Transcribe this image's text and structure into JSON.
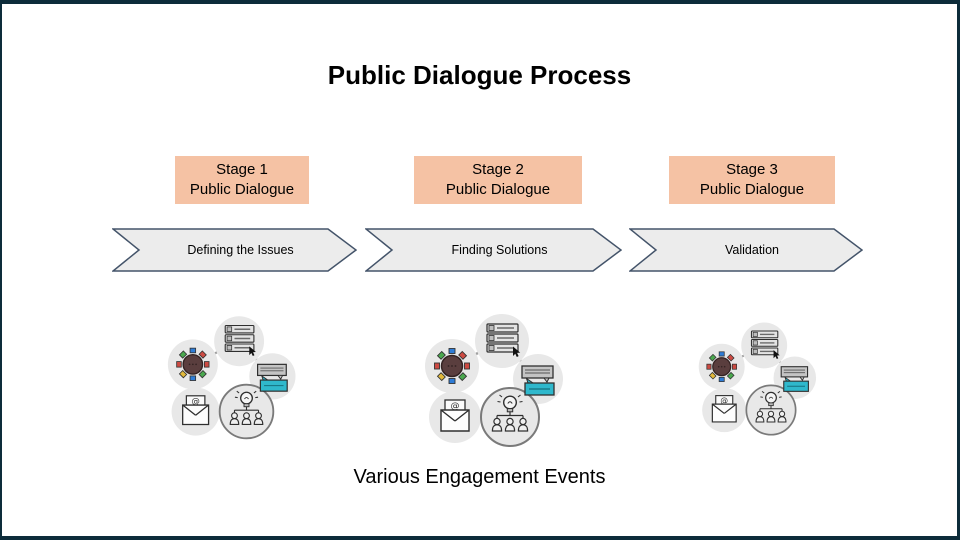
{
  "title": "Public Dialogue Process",
  "stages": [
    {
      "stage": "Stage 1",
      "name": "Public Dialogue",
      "activity": "Defining the Issues"
    },
    {
      "stage": "Stage 2",
      "name": "Public Dialogue",
      "activity": "Finding Solutions"
    },
    {
      "stage": "Stage 3",
      "name": "Public Dialogue",
      "activity": "Validation"
    }
  ],
  "caption": "Various Engagement Events",
  "engagement_icons": [
    "roundtable-discussion-icon",
    "survey-list-icon",
    "chat-bubbles-icon",
    "email-icon",
    "workshop-idea-icon"
  ],
  "colors": {
    "frame_border": "#0d2c3a",
    "stage_box_fill": "#f5c2a4",
    "chevron_fill": "#ececec",
    "chevron_border": "#44546a",
    "cluster_circle": "#e8e8e8",
    "connector_gray": "#9e9e9e",
    "chat_teal": "#2fb8cc",
    "table_brown": "#5a3e3e"
  }
}
